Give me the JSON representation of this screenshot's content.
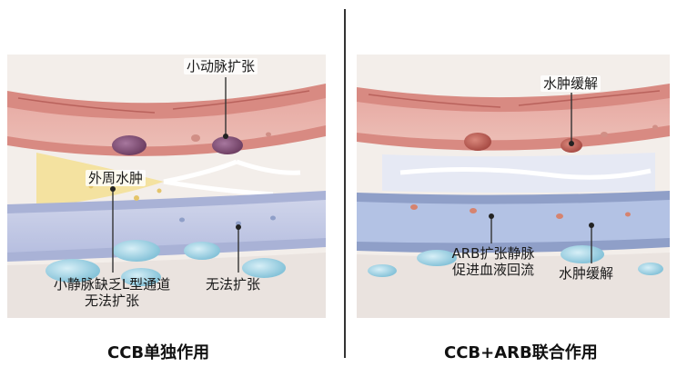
{
  "left_panel": {
    "label_arteriole": "小动脉扩张",
    "label_edema": "外周水肿",
    "label_venule_line1": "小静脉缺乏L型通道",
    "label_venule_line2": "无法扩张",
    "label_cannot_dilate": "无法扩张",
    "caption": "CCB单独作用"
  },
  "right_panel": {
    "label_edema_relief_top": "水肿缓解",
    "label_arb_line1": "ARB扩张静脉",
    "label_arb_line2": "促进血液回流",
    "label_edema_relief_bottom": "水肿缓解",
    "caption": "CCB+ARB联合作用"
  },
  "colors": {
    "artery_fill": "#e8a6a0",
    "artery_wall": "#c9766f",
    "vein_fill": "#b9c5e0",
    "vein_wall": "#8f9fc8",
    "edema_fill": "#f4e2a0",
    "tissue": "#f2ece6",
    "divider": "#333333"
  }
}
